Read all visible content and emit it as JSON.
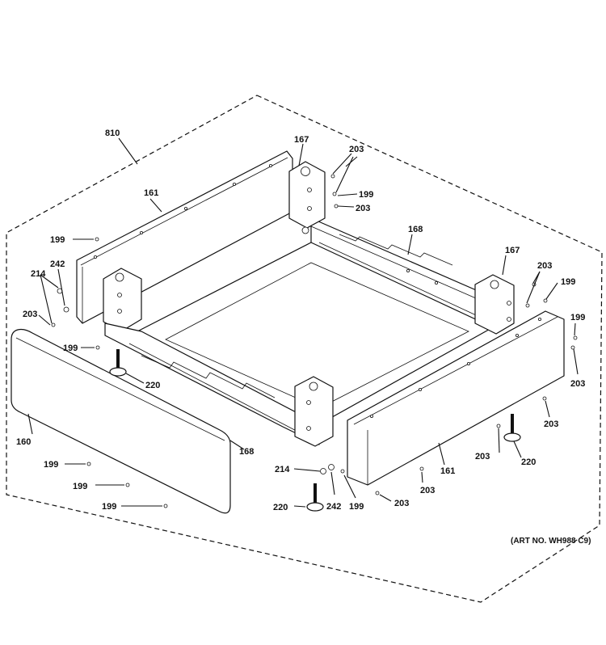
{
  "art_number": "(ART NO. WH988 C9)",
  "callouts": [
    {
      "id": "810",
      "text": "810"
    },
    {
      "id": "161a",
      "text": "161"
    },
    {
      "id": "167a",
      "text": "167"
    },
    {
      "id": "203a",
      "text": "203"
    },
    {
      "id": "199a",
      "text": "199"
    },
    {
      "id": "203b",
      "text": "203"
    },
    {
      "id": "199b",
      "text": "199"
    },
    {
      "id": "168a",
      "text": "168"
    },
    {
      "id": "167b",
      "text": "167"
    },
    {
      "id": "203c",
      "text": "203"
    },
    {
      "id": "199c",
      "text": "199"
    },
    {
      "id": "214a",
      "text": "214"
    },
    {
      "id": "242a",
      "text": "242"
    },
    {
      "id": "203d",
      "text": "203"
    },
    {
      "id": "199d",
      "text": "199"
    },
    {
      "id": "199e",
      "text": "199"
    },
    {
      "id": "203e",
      "text": "203"
    },
    {
      "id": "220a",
      "text": "220"
    },
    {
      "id": "203f",
      "text": "203"
    },
    {
      "id": "160",
      "text": "160"
    },
    {
      "id": "203g",
      "text": "203"
    },
    {
      "id": "220b",
      "text": "220"
    },
    {
      "id": "168b",
      "text": "168"
    },
    {
      "id": "161b",
      "text": "161"
    },
    {
      "id": "199f",
      "text": "199"
    },
    {
      "id": "214b",
      "text": "214"
    },
    {
      "id": "203h",
      "text": "203"
    },
    {
      "id": "199g",
      "text": "199"
    },
    {
      "id": "203i",
      "text": "203"
    },
    {
      "id": "199h",
      "text": "199"
    },
    {
      "id": "220c",
      "text": "220"
    },
    {
      "id": "242b",
      "text": "242"
    },
    {
      "id": "199i",
      "text": "199"
    }
  ]
}
